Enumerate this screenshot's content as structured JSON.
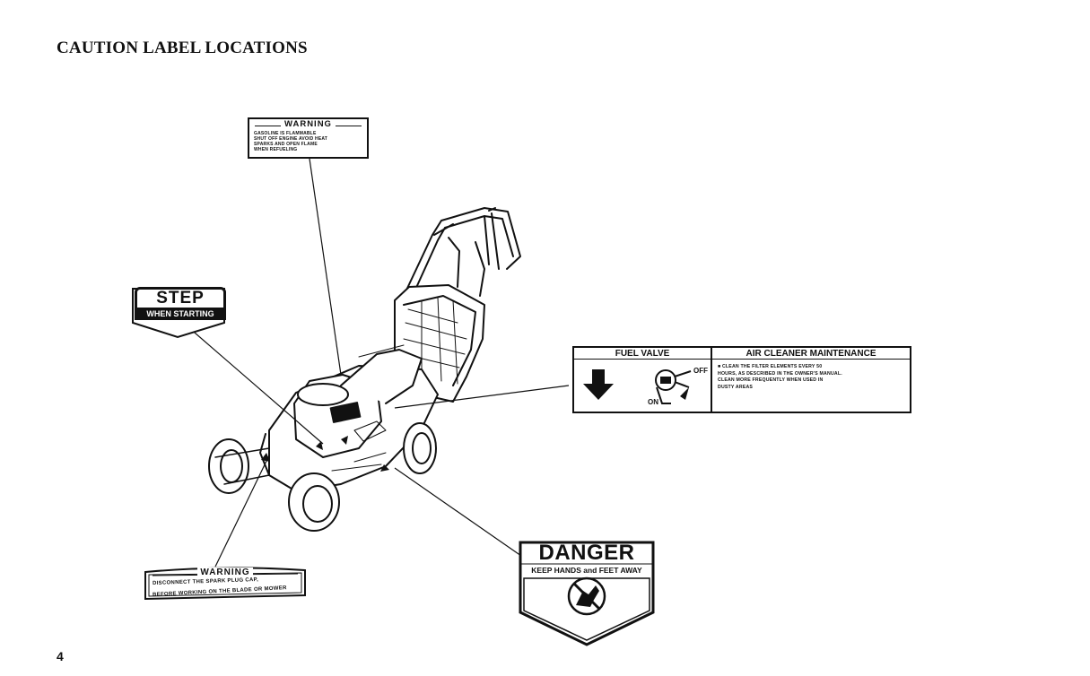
{
  "page": {
    "title": "CAUTION LABEL LOCATIONS",
    "page_number": "4"
  },
  "labels": {
    "warning_top": {
      "heading": "WARNING",
      "lines": "GASOLINE IS FLAMMABLE\nSHUT OFF ENGINE AVOID HEAT\nSPARKS AND OPEN FLAME\nWHEN REFUELING"
    },
    "step": {
      "word": "STEP",
      "sub": "WHEN STARTING"
    },
    "fuel_valve": {
      "title": "FUEL VALVE",
      "off": "OFF",
      "on": "ON"
    },
    "air_cleaner": {
      "title": "AIR CLEANER MAINTENANCE",
      "text": "■ CLEAN THE FILTER ELEMENTS EVERY 50\nHOURS, AS DESCRIBED IN THE OWNER'S MANUAL.\nCLEAN MORE FREQUENTLY WHEN USED IN\nDUSTY AREAS"
    },
    "danger": {
      "word": "DANGER",
      "sub": "KEEP HANDS and FEET AWAY"
    },
    "warning_bottom": {
      "heading": "WARNING",
      "line1": "DISCONNECT THE SPARK PLUG CAP,",
      "line2": "BEFORE WORKING ON THE BLADE OR MOWER"
    }
  },
  "icons": [
    "down-arrow-icon",
    "fuel-valve-icon",
    "hand-blade-prohibited-icon",
    "lawn-mower-illustration"
  ]
}
